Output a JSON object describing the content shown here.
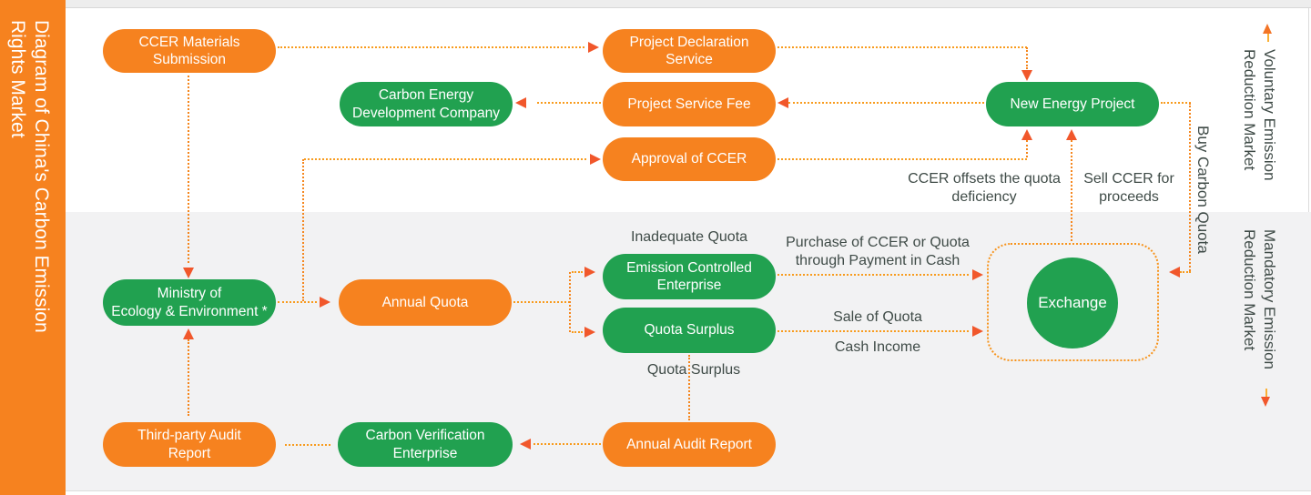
{
  "sidebar": {
    "title": "Diagram of China's Carbon Emission\nRights Market"
  },
  "side_labels": {
    "voluntary": "Voluntary Emission\nReduction Market",
    "mandatory": "Mandatory Emission\nReduction Market",
    "buy_carbon_quota": "Buy Carbon Quota"
  },
  "nodes": {
    "ccer_materials": "CCER Materials\nSubmission",
    "project_declaration": "Project Declaration\nService",
    "carbon_energy": "Carbon Energy\nDevelopment Company",
    "project_service_fee": "Project Service Fee",
    "new_energy": "New Energy Project",
    "approval_ccer": "Approval of CCER",
    "ministry": "Ministry of\nEcology & Environment *",
    "annual_quota": "Annual Quota",
    "emission_controlled": "Emission Controlled\nEnterprise",
    "quota_surplus": "Quota Surplus",
    "exchange": "Exchange",
    "third_party": "Third-party Audit\nReport",
    "carbon_verification": "Carbon Verification\nEnterprise",
    "annual_audit": "Annual Audit Report"
  },
  "labels": {
    "inadequate_quota": "Inadequate Quota",
    "purchase": "Purchase of CCER or Quota\nthrough Payment in Cash",
    "sale_of_quota": "Sale of Quota",
    "cash_income": "Cash Income",
    "quota_surplus": "Quota Surplus",
    "ccer_offsets": "CCER offsets the quota\ndeficiency",
    "sell_ccer": "Sell CCER for\nproceeds"
  },
  "colors": {
    "sidebar_orange": "#F6821F",
    "box_orange": "#F6821F",
    "box_green": "#21A150",
    "dotted_line": "#F89B1D",
    "arrowhead": "#F1572B",
    "mandatory_bg": "#F2F2F3",
    "voluntary_bg": "#FFFFFF",
    "label_text": "#3F4B47"
  }
}
